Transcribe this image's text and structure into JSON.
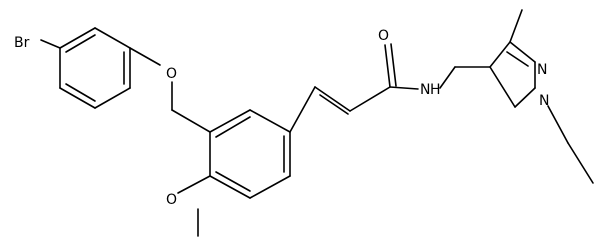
{
  "figure": {
    "type": "chemical-structure",
    "line_color": "#000000",
    "background": "#ffffff"
  },
  "atoms": {
    "bromine": "Br",
    "ether_oxygen": "O",
    "carbonyl_oxygen": "O",
    "amide_nitrogen": "N",
    "amide_hydrogen": "H",
    "pyrazole_n1": "N",
    "pyrazole_n2": "N",
    "methoxy_oxygen": "O"
  }
}
